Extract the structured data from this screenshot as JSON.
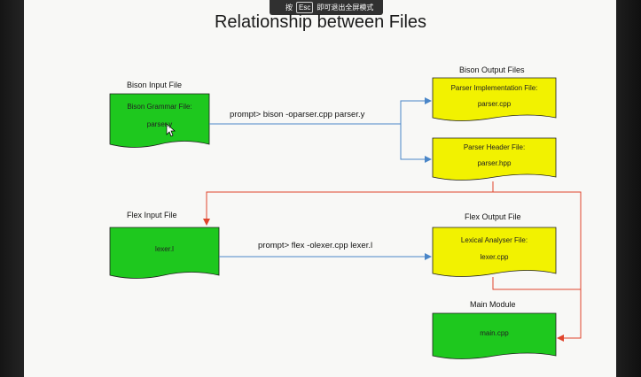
{
  "overlay": {
    "press_label": "按",
    "esc_label": "Esc",
    "exit_label": "即可退出全屏模式"
  },
  "title": "Relationship between Files",
  "sections": {
    "bison_input": "Bison Input File",
    "bison_output": "Bison Output Files",
    "flex_input": "Flex Input File",
    "flex_output": "Flex Output File",
    "main_module": "Main Module"
  },
  "docs": {
    "grammar": {
      "line1": "Bison Grammar File:",
      "line2": "parser.y"
    },
    "parser_impl": {
      "line1": "Parser Implementation File:",
      "line2": "parser.cpp"
    },
    "parser_header": {
      "line1": "Parser Header File:",
      "line2": "parser.hpp"
    },
    "lexer_in": {
      "line1": "lexer.l"
    },
    "lexer_out": {
      "line1": "Lexical Analyser File:",
      "line2": "lexer.cpp"
    },
    "main": {
      "line1": "main.cpp"
    }
  },
  "commands": {
    "bison": "prompt>  bison  -oparser.cpp  parser.y",
    "flex": "prompt> flex  -olexer.cpp  lexer.l"
  },
  "colors": {
    "green": "#1ec81e",
    "yellow": "#f2f200",
    "blue_arrow": "#4a86c8",
    "red_arrow": "#e0442c"
  }
}
